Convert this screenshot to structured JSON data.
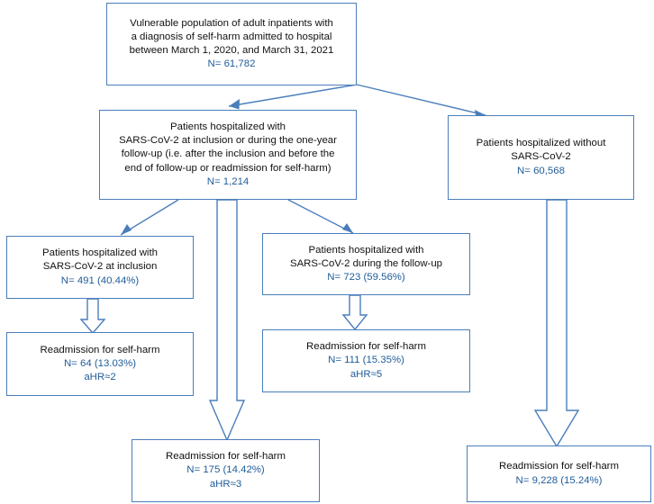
{
  "figure": {
    "type": "flowchart",
    "subject": "Study flow diagram of adult inpatients with self-harm and SARS-CoV-2 hospitalization",
    "accent_border_color": "#4a7ebb",
    "number_text_color": "#1f5c99",
    "label_text_color": "#111111"
  },
  "nodes": {
    "cohort": {
      "id": "cohort",
      "lines": [
        "Vulnerable population of adult inpatients with",
        "a diagnosis of self-harm admitted to hospital",
        "between March 1, 2020, and March 31, 2021"
      ],
      "value": "N= 61,782",
      "n": 61782
    },
    "covid_any": {
      "id": "covid_any",
      "lines": [
        "Patients hospitalized with",
        "SARS-CoV-2 at inclusion or during the one-year",
        "follow-up (i.e. after the inclusion and before the",
        "end of follow-up or readmission for self-harm)"
      ],
      "value": "N= 1,214",
      "n": 1214
    },
    "no_covid": {
      "id": "no_covid",
      "lines": [
        "Patients hospitalized without",
        "SARS-CoV-2"
      ],
      "value": "N= 60,568",
      "n": 60568
    },
    "covid_inclusion": {
      "id": "covid_inclusion",
      "lines": [
        "Patients hospitalized with",
        "SARS-CoV-2 at inclusion"
      ],
      "value": "N= 491 (40.44%)",
      "n": 491,
      "pct": 40.44
    },
    "covid_followup": {
      "id": "covid_followup",
      "lines": [
        "Patients hospitalized with",
        "SARS-CoV-2 during the follow-up"
      ],
      "value": "N= 723 (59.56%)",
      "n": 723,
      "pct": 59.56
    },
    "readmit_inclusion": {
      "id": "readmit_inclusion",
      "lines": [
        "Readmission for self-harm"
      ],
      "value": "N= 64 (13.03%)",
      "ahr": "aHR≈2",
      "n": 64,
      "pct": 13.03
    },
    "readmit_followup": {
      "id": "readmit_followup",
      "lines": [
        "Readmission for self-harm"
      ],
      "value": "N= 111 (15.35%)",
      "ahr": "aHR≈5",
      "n": 111,
      "pct": 15.35
    },
    "readmit_covid_any": {
      "id": "readmit_covid_any",
      "lines": [
        "Readmission for self-harm"
      ],
      "value": "N= 175 (14.42%)",
      "ahr": "aHR≈3",
      "n": 175,
      "pct": 14.42
    },
    "readmit_no_covid": {
      "id": "readmit_no_covid",
      "lines": [
        "Readmission for self-harm"
      ],
      "value": "N= 9,228 (15.24%)",
      "n": 9228,
      "pct": 15.24
    }
  }
}
